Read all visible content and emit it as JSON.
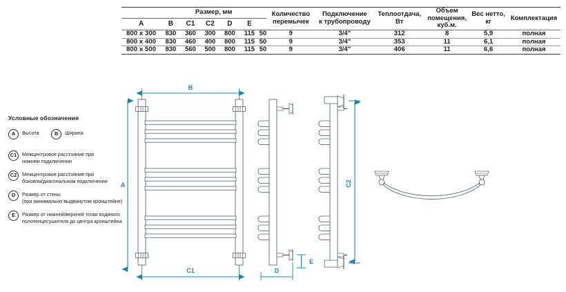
{
  "table": {
    "group_header": "Размер, мм",
    "dim_columns": [
      "A",
      "B",
      "C1",
      "C2",
      "D",
      "E"
    ],
    "columns": [
      {
        "key": "size",
        "label": ""
      },
      {
        "key": "jumpers",
        "label": "Количество\nперемычек"
      },
      {
        "key": "connection",
        "label": "Подключение\nк трубопроводу"
      },
      {
        "key": "heat",
        "label": "Теплоотдача,\nВт"
      },
      {
        "key": "volume",
        "label": "Объем\nпомещения,\nкуб.м."
      },
      {
        "key": "weight",
        "label": "Вес нетто,\nкг"
      },
      {
        "key": "kit",
        "label": "Комплектация"
      }
    ],
    "headers": {
      "jumpers_l1": "Количество",
      "jumpers_l2": "перемычек",
      "connection_l1": "Подключение",
      "connection_l2": "к трубопроводу",
      "heat_l1": "Теплоотдача,",
      "heat_l2": "Вт",
      "volume_l1": "Объем",
      "volume_l2": "помещения,",
      "volume_l3": "куб.м.",
      "weight_l1": "Вес нетто,",
      "weight_l2": "кг",
      "kit": "Комплектация"
    },
    "rows": [
      {
        "size": "800 x 300",
        "A": "830",
        "B": "360",
        "C1": "300",
        "C2": "800",
        "D": "115",
        "E": "50",
        "jumpers": "9",
        "connection": "3/4\"",
        "heat": "312",
        "volume": "8",
        "weight": "5,9",
        "kit": "полная"
      },
      {
        "size": "800 x 400",
        "A": "830",
        "B": "460",
        "C1": "400",
        "C2": "800",
        "D": "115",
        "E": "50",
        "jumpers": "9",
        "connection": "3/4\"",
        "heat": "353",
        "volume": "11",
        "weight": "6,1",
        "kit": "полная"
      },
      {
        "size": "800 x 500",
        "A": "830",
        "B": "560",
        "C1": "500",
        "C2": "800",
        "D": "115",
        "E": "50",
        "jumpers": "9",
        "connection": "3/4\"",
        "heat": "406",
        "volume": "11",
        "weight": "6,6",
        "kit": "полная"
      }
    ]
  },
  "legend": {
    "title": "Условные обозначения",
    "items": [
      {
        "badge": "A",
        "text_l1": "Высота",
        "text_l2": ""
      },
      {
        "badge": "B",
        "text_l1": "Ширина",
        "text_l2": ""
      },
      {
        "badge": "C1",
        "text_l1": "Межцентровое расстояние при",
        "text_l2": "нижнем подключении"
      },
      {
        "badge": "C2",
        "text_l1": "Межцентровое расстояние при",
        "text_l2": "боковом/диагональном подключении"
      },
      {
        "badge": "D",
        "text_l1": "Размер от стены",
        "text_l2": "(при минимально выдвинутом кронштейне)"
      },
      {
        "badge": "E",
        "text_l1": "Размер от нижней/верхней точки водяного",
        "text_l2": "полотенцесушителя до центра кронштейна"
      }
    ]
  },
  "drawing": {
    "dimension_labels": {
      "front_width": "B",
      "front_height": "A",
      "front_center": "C1",
      "side_depth": "D",
      "side_offset": "E",
      "side_center": "C2"
    },
    "rungs_per_group": 3,
    "rung_groups": 3,
    "colors": {
      "dimension": "#1b87a8",
      "outline": "#5a6673",
      "table_rule": "#3b3b3b"
    }
  }
}
